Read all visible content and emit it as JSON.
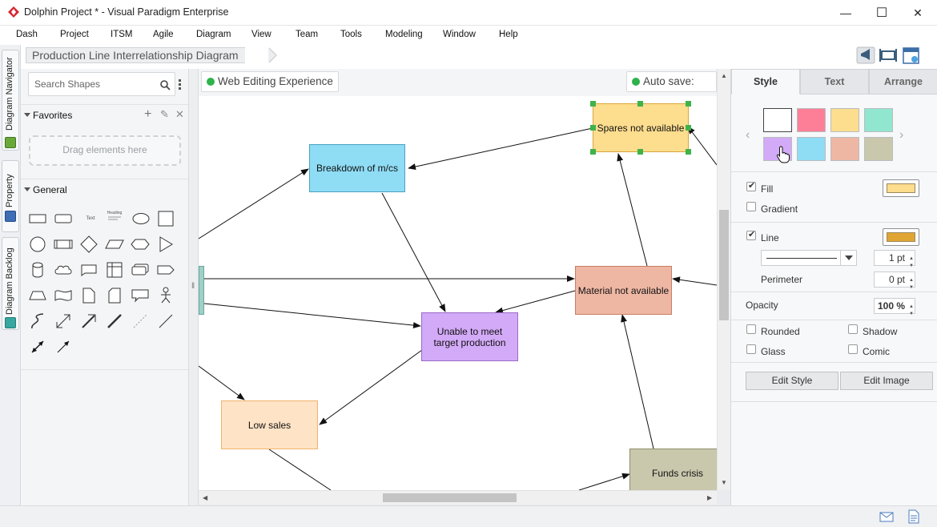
{
  "window": {
    "title": "Dolphin Project * - Visual Paradigm Enterprise",
    "minimize_glyph": "—",
    "maximize_glyph": "☐",
    "close_glyph": "✕"
  },
  "menu": [
    "Dash",
    "Project",
    "ITSM",
    "Agile",
    "Diagram",
    "View",
    "Team",
    "Tools",
    "Modeling",
    "Window",
    "Help"
  ],
  "left_tabs": [
    "Diagram Navigator",
    "Property",
    "Diagram Backlog"
  ],
  "breadcrumb": "Production Line Interrelationship Diagram",
  "shapes_panel": {
    "search_placeholder": "Search Shapes",
    "favorites_title": "Favorites",
    "favorites_drop_hint": "Drag elements here",
    "general_title": "General",
    "text_tool_label": "Text",
    "heading_tool_label": "Heading"
  },
  "canvas": {
    "web_editing_label": "Web Editing Experience",
    "autosave_label": "Auto save: On",
    "status_color": "#2fb24b"
  },
  "diagram": {
    "nodes": {
      "spares": {
        "label": "Spares not available",
        "color": "#fddd8e"
      },
      "breakdown": {
        "label": "Breakdown of m/cs",
        "color": "#8fdcf5"
      },
      "material": {
        "label": "Material not available",
        "color": "#eeb7a4"
      },
      "unable": {
        "label": "Unable to meet target production",
        "color": "#d3aaf7"
      },
      "lowsales": {
        "label": "Low sales",
        "color": "#fee3c6"
      },
      "funds": {
        "label": "Funds crisis",
        "color": "#c9c8ad"
      }
    },
    "selection_color": "#3db34a"
  },
  "right_panel": {
    "tabs": [
      "Style",
      "Text",
      "Arrange"
    ],
    "active_tab": "Style",
    "swatches": [
      "#ffffff",
      "#fd7f97",
      "#fddd8e",
      "#91e6d0",
      "#d3aaf7",
      "#8fdcf5",
      "#eeb7a4",
      "#c9c8ad"
    ],
    "fill_label": "Fill",
    "fill_color": "#fddd8e",
    "gradient_label": "Gradient",
    "line_label": "Line",
    "line_color": "#e1a533",
    "line_weight": "1 pt",
    "perimeter_label": "Perimeter",
    "perimeter_value": "0 pt",
    "opacity_label": "Opacity",
    "opacity_value": "100 %",
    "rounded_label": "Rounded",
    "shadow_label": "Shadow",
    "glass_label": "Glass",
    "comic_label": "Comic",
    "edit_style_label": "Edit Style",
    "edit_image_label": "Edit Image"
  }
}
